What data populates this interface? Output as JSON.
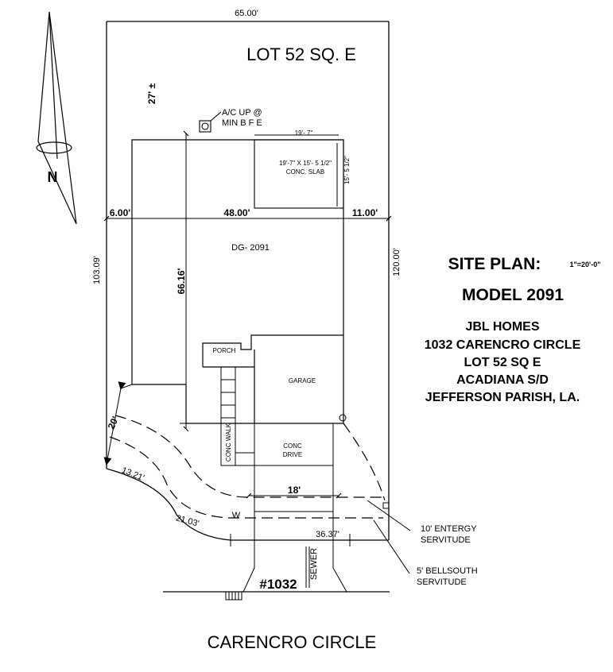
{
  "lot": {
    "name": "LOT 52 SQ. E",
    "width_top": "65.00'",
    "depth_left": "103.09'",
    "depth_right": "120.00'",
    "rear_setback": "27' ±"
  },
  "north": {
    "label": "N"
  },
  "ac_note": {
    "line1": "A/C UP @",
    "line2": "MIN B F E"
  },
  "slab": {
    "width": "19'- 7\"",
    "size": "19'-7\" X 15'- 5 1/2\"",
    "material": "CONC. SLAB",
    "depth": "15'- 5 1/2\""
  },
  "house": {
    "setback_left": "6.00'",
    "width": "48.00'",
    "setback_right": "11.00'",
    "depth": "66.16'",
    "label": "DG- 2091",
    "porch": "PORCH",
    "garage": "GARAGE",
    "walk": "CONC WALK",
    "drive_line1": "CONC",
    "drive_line2": "DRIVE",
    "drive_width": "18'"
  },
  "front": {
    "setback": "20'",
    "arc1": "13.21'",
    "arc2": "21.03'",
    "frontage": "36.37'",
    "water": "W",
    "sewer": "SEWER",
    "address": "#1032",
    "street": "CARENCRO CIRCLE"
  },
  "servitudes": {
    "entergy_line1": "10' ENTERGY",
    "entergy_line2": "SERVITUDE",
    "bellsouth_line1": "5' BELLSOUTH",
    "bellsouth_line2": "SERVITUDE"
  },
  "sheet": {
    "title": "SITE PLAN:",
    "scale": "1\"=20'-0\"",
    "model": "MODEL 2091",
    "builder": "JBL HOMES",
    "address": "1032 CARENCRO CIRCLE",
    "lot": "LOT 52  SQ E",
    "subdivision": "ACADIANA S/D",
    "parish": "JEFFERSON PARISH, LA."
  }
}
